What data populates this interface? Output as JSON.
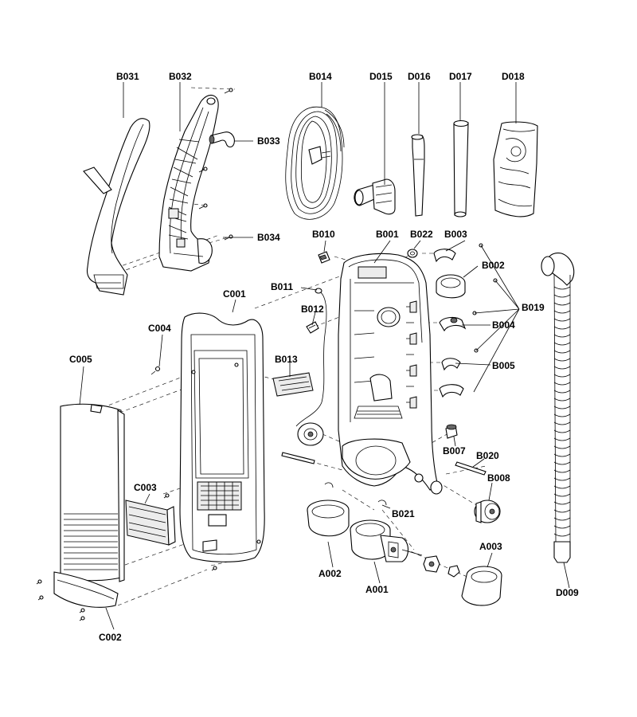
{
  "labels": {
    "B031": "B031",
    "B032": "B032",
    "B033": "B033",
    "B034": "B034",
    "B014": "B014",
    "D015": "D015",
    "D016": "D016",
    "D017": "D017",
    "D018": "D018",
    "B010": "B010",
    "B001": "B001",
    "B022": "B022",
    "B003": "B003",
    "B002": "B002",
    "B019": "B019",
    "B004": "B004",
    "B005": "B005",
    "B011": "B011",
    "B012": "B012",
    "B013": "B013",
    "C001": "C001",
    "C004": "C004",
    "C005": "C005",
    "C003": "C003",
    "C002": "C002",
    "B007": "B007",
    "B020": "B020",
    "B008": "B008",
    "B021": "B021",
    "A002": "A002",
    "A001": "A001",
    "A003": "A003",
    "D009": "D009"
  }
}
